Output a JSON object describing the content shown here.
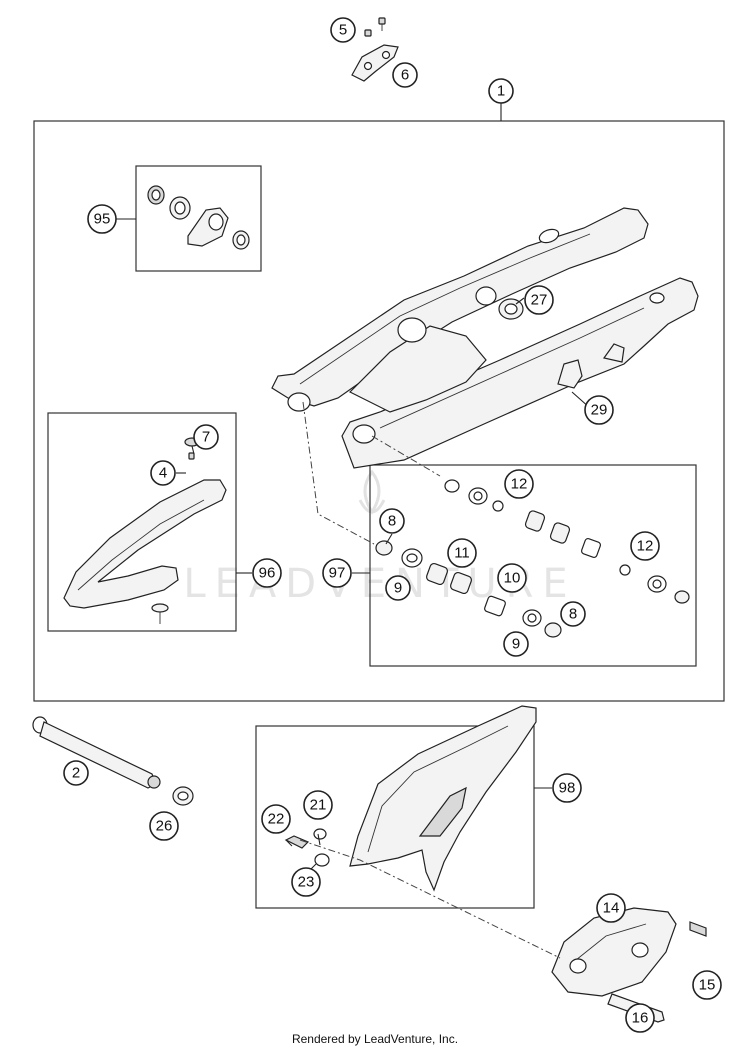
{
  "diagram": {
    "watermark": "LEADVENTURE",
    "credit": "Rendered by LeadVenture, Inc.",
    "callouts": {
      "c1": "1",
      "c2": "2",
      "c4": "4",
      "c5": "5",
      "c6": "6",
      "c7": "7",
      "c8a": "8",
      "c8b": "8",
      "c9a": "9",
      "c9b": "9",
      "c10": "10",
      "c11": "11",
      "c12a": "12",
      "c12b": "12",
      "c14": "14",
      "c15": "15",
      "c16": "16",
      "c21": "21",
      "c22": "22",
      "c23": "23",
      "c26": "26",
      "c27": "27",
      "c29": "29",
      "c95": "95",
      "c96": "96",
      "c97": "97",
      "c98": "98"
    }
  }
}
